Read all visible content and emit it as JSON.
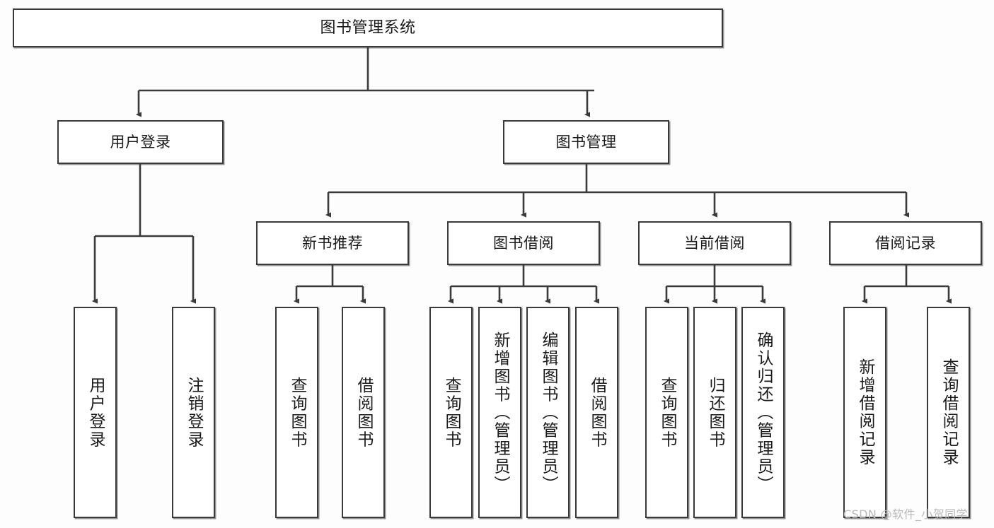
{
  "diagram": {
    "title": "图书管理系统",
    "type": "tree-hierarchy-functional-structure",
    "watermark": "CSDN @软件_小贺同学",
    "colors": {
      "background": "#fdfdfd",
      "box_fill": "#ffffff",
      "box_border": "#3a3a3a",
      "connector": "#3a3a3a",
      "text": "#1a1a1a",
      "watermark": "#b9b9b9"
    },
    "nodes": {
      "root": {
        "label": "图书管理系统",
        "level": 1
      },
      "level2": [
        {
          "id": "user-login",
          "label": "用户登录"
        },
        {
          "id": "book-management",
          "label": "图书管理"
        }
      ],
      "level3": [
        {
          "id": "new-book-recommend",
          "label": "新书推荐",
          "parent": "book-management"
        },
        {
          "id": "book-borrow",
          "label": "图书借阅",
          "parent": "book-management"
        },
        {
          "id": "current-borrow",
          "label": "当前借阅",
          "parent": "book-management"
        },
        {
          "id": "borrow-record",
          "label": "借阅记录",
          "parent": "book-management"
        }
      ],
      "leaves": [
        {
          "id": "leaf-user-login",
          "label": "用户登录",
          "parent": "user-login"
        },
        {
          "id": "leaf-logout",
          "label": "注销登录",
          "parent": "user-login"
        },
        {
          "id": "leaf-query-book-1",
          "label": "查询图书",
          "parent": "new-book-recommend"
        },
        {
          "id": "leaf-borrow-book-1",
          "label": "借阅图书",
          "parent": "new-book-recommend"
        },
        {
          "id": "leaf-query-book-2",
          "label": "查询图书",
          "parent": "book-borrow"
        },
        {
          "id": "leaf-add-book",
          "label": "新增图书（管理员）",
          "parent": "book-borrow"
        },
        {
          "id": "leaf-edit-book",
          "label": "编辑图书（管理员）",
          "parent": "book-borrow"
        },
        {
          "id": "leaf-borrow-book-2",
          "label": "借阅图书",
          "parent": "book-borrow"
        },
        {
          "id": "leaf-query-book-3",
          "label": "查询图书",
          "parent": "current-borrow"
        },
        {
          "id": "leaf-return-book",
          "label": "归还图书",
          "parent": "current-borrow"
        },
        {
          "id": "leaf-confirm-return",
          "label": "确认归还（管理员）",
          "parent": "current-borrow"
        },
        {
          "id": "leaf-add-record",
          "label": "新增借阅记录",
          "parent": "borrow-record"
        },
        {
          "id": "leaf-query-record",
          "label": "查询借阅记录",
          "parent": "borrow-record"
        }
      ]
    }
  }
}
